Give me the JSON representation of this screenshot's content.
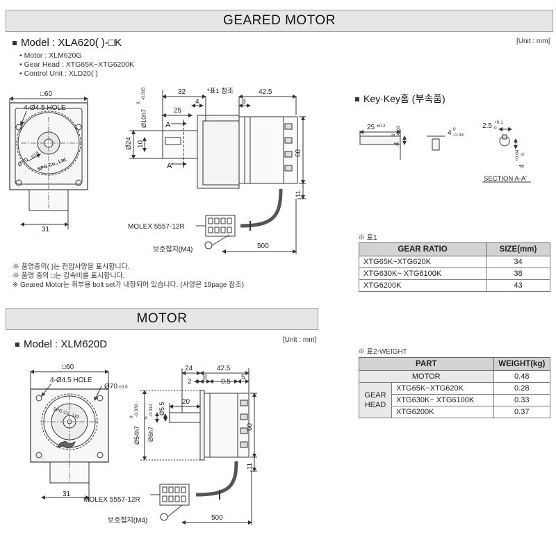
{
  "geared": {
    "section_title": "GEARED MOTOR",
    "model_label": "Model : XLA620( )-□K",
    "bullets": [
      "• Motor : XLM620G",
      "• Gear Head : XTG65K~XTG6200K",
      "• Control Unit : XLD20( )"
    ],
    "unit": "[Unit : mm]",
    "dims": {
      "sq60": "□60",
      "hole": "4-Ø4.5 HOLE",
      "d70": "Ø70",
      "d70_tol": "±0.5",
      "spg": "SPG Co., Ltd.",
      "w31": "31",
      "d32": "32",
      "table_ref": "*표1 참조",
      "d42_5": "42.5",
      "d25": "25",
      "d4": "4",
      "d8": "8",
      "d10h7": "Ø10h7",
      "d10h7_tol_hi": "0",
      "d10h7_tol_lo": "-0.015",
      "d24": "Ø24",
      "d10": "10",
      "a_label": "A",
      "a_prime": "A'",
      "d60": "60",
      "d11": "11",
      "molex": "MOLEX 5557-12R",
      "ground": "보호접지(M4)",
      "d500": "500"
    },
    "notes": [
      "※ 품명중의( )는 전압사양을 표시합니다.",
      "※ 품명 중의 □는 감속비를 표시합니다.",
      "※ Geared Motor는 취부용 bolt set가 내장되어 있습니다. (사양은 19page 참조)"
    ]
  },
  "key": {
    "title": "Key·Key홈 (부속품)",
    "d25": "25",
    "d25_tol": "±0.2",
    "d4a": "4",
    "d4a_tol_hi": "0",
    "d4a_tol_lo": "-0.03",
    "d4b": "4",
    "d4b_tol_hi": "0",
    "d4b_tol_lo": "-0.03",
    "d2_5": "2.5",
    "d2_5_tol_hi": "+0.1",
    "d2_5_tol_lo": "0",
    "d4c": "4",
    "d4c_tol_hi": "+0.04",
    "d4c_tol_lo": "0",
    "section": "SECTION A-A'"
  },
  "table1": {
    "caption": "※ 표1",
    "headers": [
      "GEAR RATIO",
      "SIZE(mm)"
    ],
    "rows": [
      [
        "XTG65K~XTG620K",
        "34"
      ],
      [
        "XTG630K~ XTG6100K",
        "38"
      ],
      [
        "XTG6200K",
        "43"
      ]
    ]
  },
  "motor": {
    "section_title": "MOTOR",
    "model_label": "Model : XLM620D",
    "unit": "[Unit : mm]",
    "dims": {
      "sq60": "□60",
      "hole": "4-Ø4.5 HOLE",
      "d70": "Ø70",
      "d70_tol": "±0.5",
      "spg": "SPG Co., Ltd.",
      "w31": "31",
      "d24": "24",
      "d42_5": "42.5",
      "d2": "2",
      "d8": "8",
      "d0_5": "0.5",
      "d5": "5",
      "d20": "20",
      "d54": "Ø54h7",
      "d54_tol_hi": "0",
      "d54_tol_lo": "-0.030",
      "d6": "Ø6h7",
      "d6_tol_hi": "0",
      "d6_tol_lo": "-0.012",
      "d5_5": "Ø5.5",
      "d60": "60",
      "d11": "11",
      "molex": "MOLEX 5557-12R",
      "ground": "보호접지(M4)",
      "d500": "500"
    }
  },
  "table2": {
    "caption": "※ 표2-WEIGHT",
    "headers": [
      "PART",
      "WEIGHT(kg)"
    ],
    "motor_row": [
      "MOTOR",
      "0.48"
    ],
    "group_label_1": "GEAR",
    "group_label_2": "HEAD",
    "rows": [
      [
        "XTG65K~XTG620K",
        "0.28"
      ],
      [
        "XTG630K~ XTG6100K",
        "0.33"
      ],
      [
        "XTG6200K",
        "0.37"
      ]
    ]
  }
}
